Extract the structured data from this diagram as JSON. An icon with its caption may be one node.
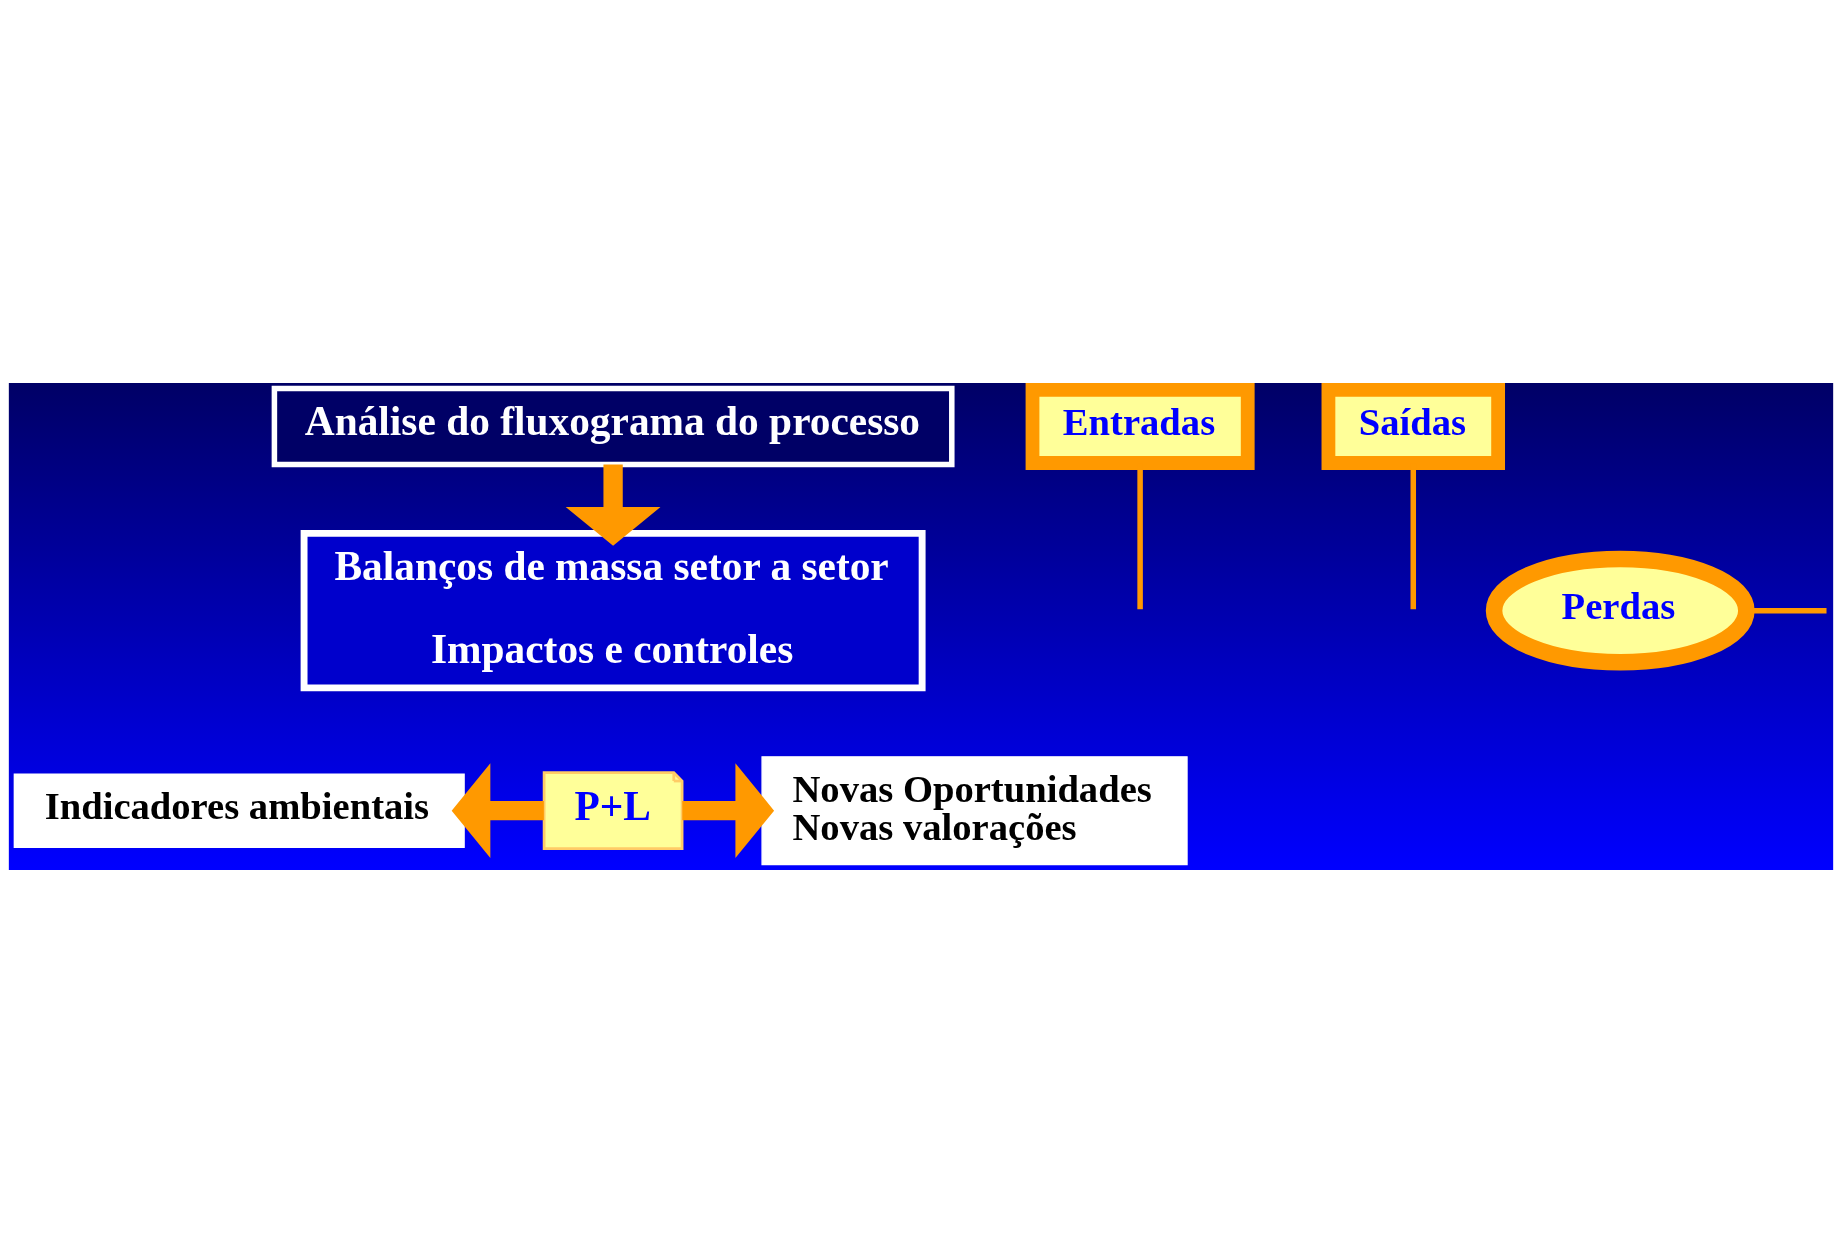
{
  "diagram": {
    "nodes": [
      {
        "text": [
          "Análise do fluxograma do processo"
        ]
      },
      {
        "text": [
          "Entradas"
        ]
      },
      {
        "text": [
          "Saídas"
        ]
      },
      {
        "text": [
          "Perdas"
        ]
      },
      {
        "text": [
          "Balanços de massa setor a setor",
          "Impactos e controles"
        ]
      },
      {
        "text": [
          "P+L"
        ]
      },
      {
        "text": [
          "Indicadores ambientais"
        ]
      },
      {
        "text": [
          "Novas Oportunidades",
          "Novas valorações"
        ]
      }
    ],
    "edges": [
      {
        "from": 0,
        "to": 4,
        "arrow": "to",
        "style": "thick"
      },
      {
        "from": 1,
        "to": null,
        "arrow": "none"
      },
      {
        "from": 2,
        "to": null,
        "arrow": "none"
      },
      {
        "from": 3,
        "to": null,
        "arrow": "none"
      },
      {
        "from": 5,
        "to": 6,
        "arrow": "to",
        "style": "thick"
      },
      {
        "from": 5,
        "to": 7,
        "arrow": "to",
        "style": "thick"
      }
    ]
  }
}
